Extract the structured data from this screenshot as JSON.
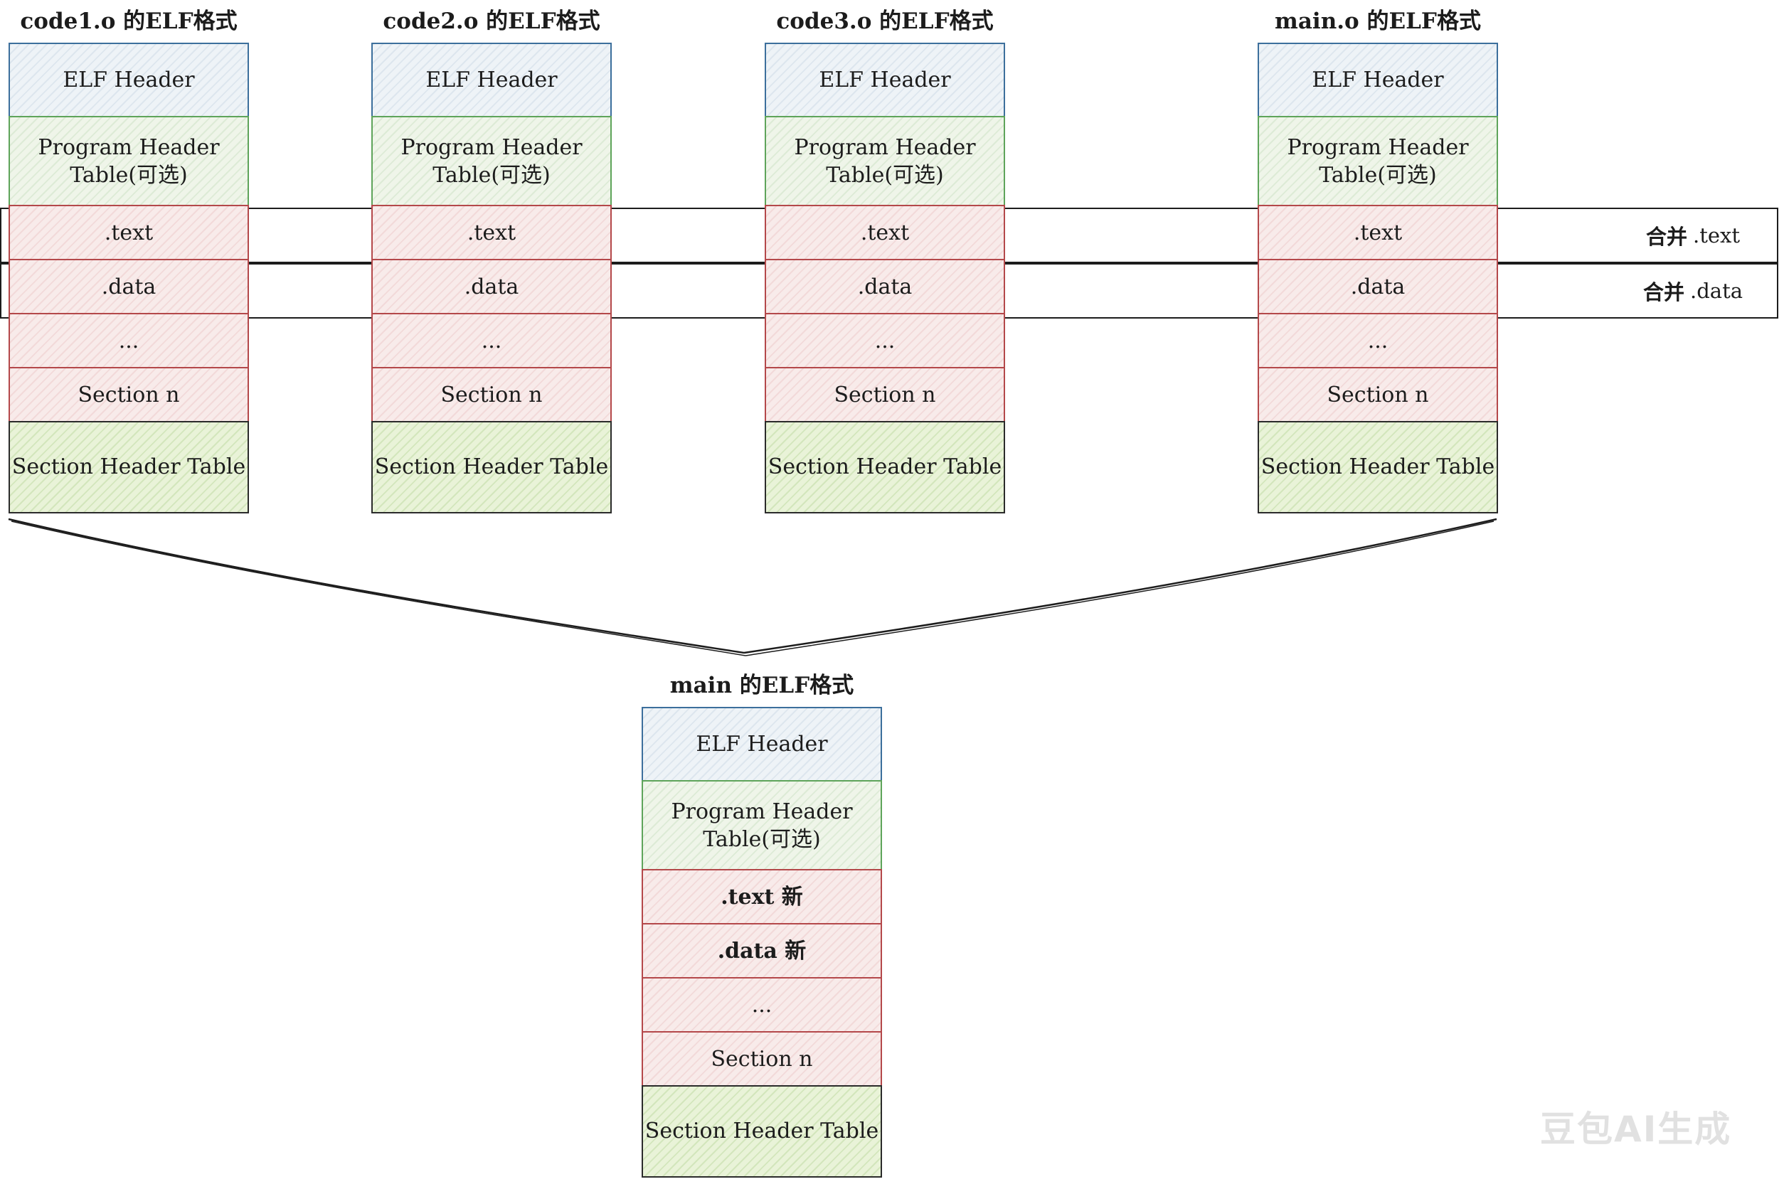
{
  "sources": [
    {
      "title": "code1.o 的ELF格式",
      "sections": {
        "elf_header": "ELF Header",
        "program_header": "Program Header",
        "program_header_2": "Table(可选)",
        "text": ".text",
        "data": ".data",
        "ellipsis": "...",
        "section_n": "Section n",
        "section_header_table": "Section Header Table"
      }
    },
    {
      "title": "code2.o 的ELF格式",
      "sections": {
        "elf_header": "ELF Header",
        "program_header": "Program Header",
        "program_header_2": "Table(可选)",
        "text": ".text",
        "data": ".data",
        "ellipsis": "...",
        "section_n": "Section n",
        "section_header_table": "Section Header Table"
      }
    },
    {
      "title": "code3.o 的ELF格式",
      "sections": {
        "elf_header": "ELF Header",
        "program_header": "Program Header",
        "program_header_2": "Table(可选)",
        "text": ".text",
        "data": ".data",
        "ellipsis": "...",
        "section_n": "Section n",
        "section_header_table": "Section Header Table"
      }
    },
    {
      "title": "main.o 的ELF格式",
      "sections": {
        "elf_header": "ELF Header",
        "program_header": "Program Header",
        "program_header_2": "Table(可选)",
        "text": ".text",
        "data": ".data",
        "ellipsis": "...",
        "section_n": "Section n",
        "section_header_table": "Section Header Table"
      }
    }
  ],
  "merge_labels": {
    "text_word": "合并",
    "text_ident": ".text",
    "data_word": "合并",
    "data_ident": ".data"
  },
  "output": {
    "title": "main 的ELF格式",
    "sections": {
      "elf_header": "ELF Header",
      "program_header": "Program Header",
      "program_header_2": "Table(可选)",
      "text": ".text 新",
      "data": ".data 新",
      "ellipsis": "...",
      "section_n": "Section n",
      "section_header_table": "Section Header Table"
    }
  },
  "watermark": "豆包AI生成",
  "colors": {
    "header_border": "#3c6f9c",
    "program_border": "#5ea45a",
    "section_border": "#b4484a",
    "sht_fill": "#e9f3d8"
  }
}
